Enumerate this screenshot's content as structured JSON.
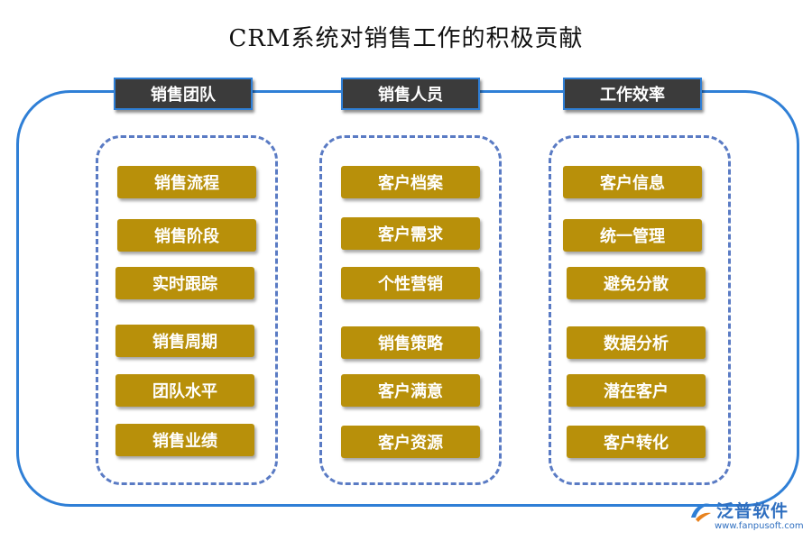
{
  "title": "CRM系统对销售工作的积极贡献",
  "columns": [
    {
      "header": "销售团队",
      "items": [
        "销售流程",
        "销售阶段",
        "实时跟踪",
        "销售周期",
        "团队水平",
        "销售业绩"
      ]
    },
    {
      "header": "销售人员",
      "items": [
        "客户档案",
        "客户需求",
        "个性营销",
        "销售策略",
        "客户满意",
        "客户资源"
      ]
    },
    {
      "header": "工作效率",
      "items": [
        "客户信息",
        "统一管理",
        "避免分散",
        "数据分析",
        "潜在客户",
        "客户转化"
      ]
    }
  ],
  "logo": {
    "name": "泛普软件",
    "url": "www.fanpusoft.com"
  },
  "colors": {
    "outer_border": "#2f7fd6",
    "header_fill": "#3b3b3b",
    "item_fill": "#b8900a",
    "dashed_border": "#5a7bc4"
  }
}
